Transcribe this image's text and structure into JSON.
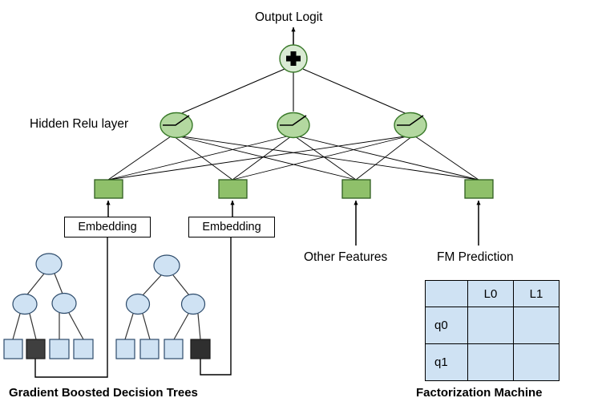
{
  "diagram": {
    "title_labels": {
      "output_logit": "Output Logit",
      "hidden_relu_layer": "Hidden Relu layer",
      "other_features": "Other Features",
      "fm_prediction": "FM Prediction",
      "gbdt_caption": "Gradient Boosted Decision Trees",
      "fm_caption": "Factorization Machine"
    },
    "embedding_boxes": [
      {
        "label": "Embedding"
      },
      {
        "label": "Embedding"
      }
    ],
    "output_node": {
      "glyph": "plus",
      "fill": "#d9ead3",
      "stroke": "#3a7a2a"
    },
    "hidden_nodes": [
      {
        "glyph": "relu",
        "fill": "#b3d8a0",
        "stroke": "#3a7a2a"
      },
      {
        "glyph": "relu",
        "fill": "#b3d8a0",
        "stroke": "#3a7a2a"
      },
      {
        "glyph": "relu",
        "fill": "#b3d8a0",
        "stroke": "#3a7a2a"
      }
    ],
    "input_boxes": [
      {
        "name": "embedding-output-1",
        "fill": "#8fc06a"
      },
      {
        "name": "embedding-output-2",
        "fill": "#8fc06a"
      },
      {
        "name": "other-features-input",
        "fill": "#8fc06a"
      },
      {
        "name": "fm-prediction-input",
        "fill": "#8fc06a"
      }
    ],
    "trees": [
      {
        "name": "tree-1",
        "node_fill": "#cfe2f3",
        "leaves": [
          {
            "selected": false
          },
          {
            "selected": true
          },
          {
            "selected": false
          },
          {
            "selected": false
          }
        ]
      },
      {
        "name": "tree-2",
        "node_fill": "#cfe2f3",
        "leaves": [
          {
            "selected": false
          },
          {
            "selected": false
          },
          {
            "selected": false
          },
          {
            "selected": true
          }
        ]
      }
    ],
    "selected_leaf_fill": "#3f3f3f",
    "fm_table": {
      "header": [
        "",
        "L0",
        "L1"
      ],
      "rows": [
        {
          "label": "q0",
          "cells": [
            "",
            ""
          ]
        },
        {
          "label": "q1",
          "cells": [
            "",
            ""
          ]
        }
      ],
      "cell_fill": "#cfe2f3"
    }
  }
}
